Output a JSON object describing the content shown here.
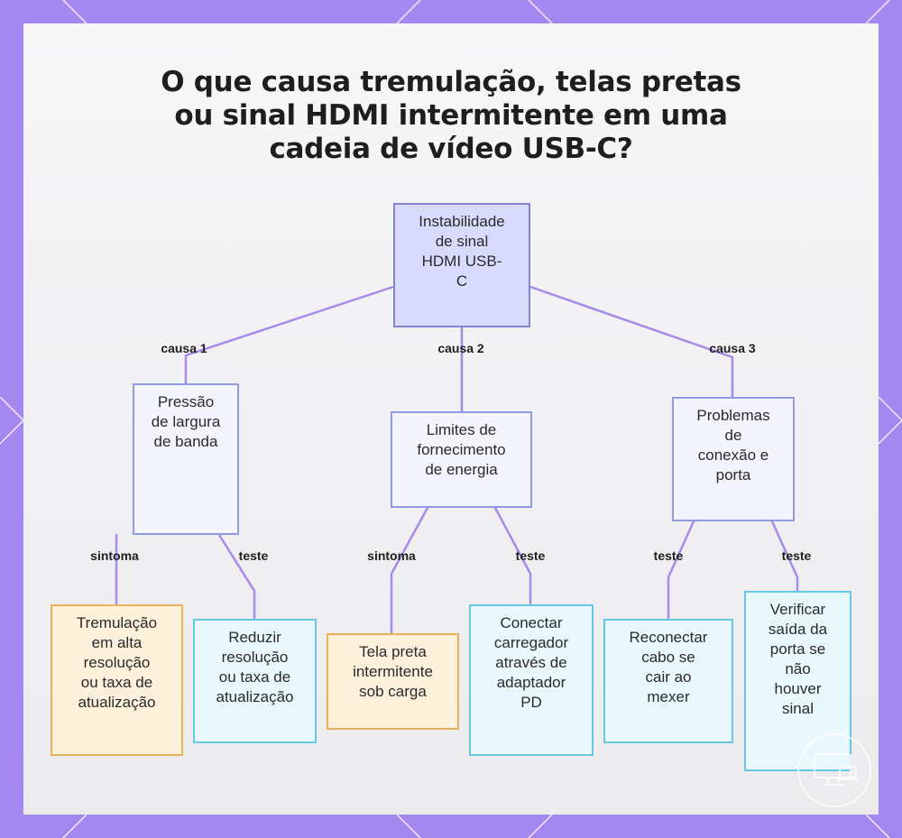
{
  "title": {
    "line1": "O que causa tremulação, telas pretas",
    "line2": "ou sinal HDMI intermitente em uma",
    "line3": "cadeia de vídeo USB-C?"
  },
  "nodes": {
    "root": [
      "Instabilidade",
      "de sinal",
      "HDMI USB-",
      "C"
    ],
    "bandwidth": [
      "Pressão",
      "de largura",
      "de banda"
    ],
    "power": [
      "Limites de",
      "fornecimento",
      "de energia"
    ],
    "connection": [
      "Problemas",
      "de",
      "conexão e",
      "porta"
    ],
    "bw_symptom": [
      "Tremulação",
      "em alta",
      "resolução",
      "ou taxa de",
      "atualização"
    ],
    "bw_test": [
      "Reduzir",
      "resolução",
      "ou taxa de",
      "atualização"
    ],
    "pw_symptom": [
      "Tela preta",
      "intermitente",
      "sob carga"
    ],
    "pw_test": [
      "Conectar",
      "carregador",
      "através de",
      "adaptador",
      "PD"
    ],
    "cn_test1": [
      "Reconectar",
      "cabo se",
      "cair ao",
      "mexer"
    ],
    "cn_test2": [
      "Verificar",
      "saída da",
      "porta se",
      "não",
      "houver",
      "sinal"
    ]
  },
  "edge_labels": {
    "cause1": "causa 1",
    "cause2": "causa 2",
    "cause3": "causa 3",
    "bw_symptom": "sintoma",
    "bw_test": "teste",
    "pw_symptom": "sintoma",
    "pw_test": "teste",
    "cn_test1": "teste",
    "cn_test2": "teste"
  },
  "colors": {
    "edge": "#a78be8",
    "frame": "#a488f0",
    "root_fill": "#d9dbfc",
    "symptom_fill": "#fdf1dc",
    "test_fill": "#e8f8fd"
  },
  "icons": {
    "logo": "monitor-laptop-icon"
  }
}
